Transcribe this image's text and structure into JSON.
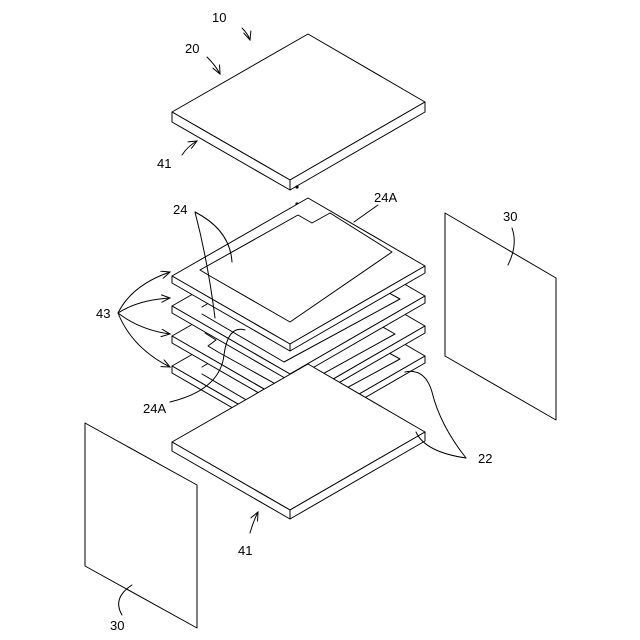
{
  "labels": {
    "assembly": "10",
    "top_stack": "20",
    "base_plate_top": "41",
    "base_plate_bottom": "41",
    "electrode": "24",
    "electrode_a_top": "24A",
    "electrode_a_bottom": "24A",
    "side_plate_right": "30",
    "side_plate_left": "30",
    "ceramic_layers": "43",
    "dielectric": "22"
  }
}
